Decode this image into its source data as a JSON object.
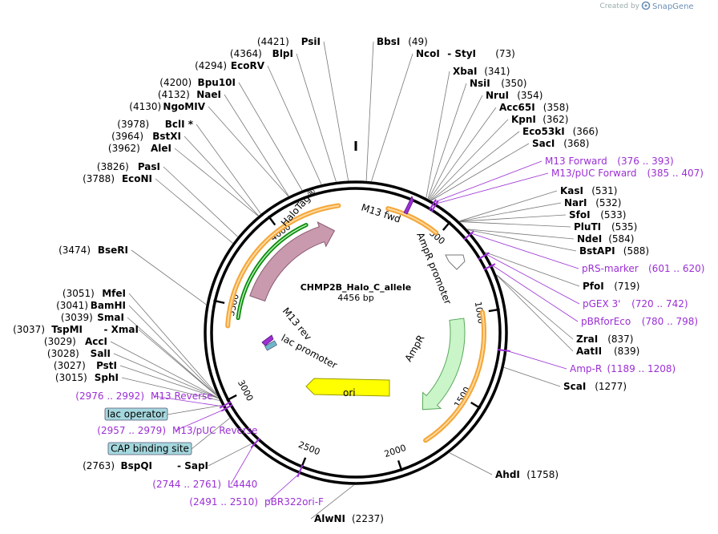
{
  "credit": {
    "created_by": "Created by",
    "brand": "SnapGene",
    "brand_icon": "snapgene-logo-icon"
  },
  "plasmid": {
    "name": "CHMP2B_Halo_C_allele",
    "size": "4456 bp",
    "length": 4456
  },
  "colors": {
    "backbone": "#000000",
    "primer": "#9b2fd4",
    "halotag": "#c99aae",
    "ampr": "#c9f5c9",
    "ori": "#ffff00",
    "orf": "#f4a637",
    "orf_inner": "#0a8a0a",
    "badge": "#a5d8de"
  },
  "ticks": [
    {
      "label": "500",
      "pos": 500
    },
    {
      "label": "1000",
      "pos": 1000
    },
    {
      "label": "1500",
      "pos": 1500
    },
    {
      "label": "2000",
      "pos": 2000
    },
    {
      "label": "2500",
      "pos": 2500
    },
    {
      "label": "3000",
      "pos": 3000
    },
    {
      "label": "3500",
      "pos": 3500
    },
    {
      "label": "4000",
      "pos": 4000
    }
  ],
  "features": [
    {
      "name": "HaloTag®",
      "label": "HaloTag®"
    },
    {
      "name": "AmpR",
      "label": "AmpR"
    },
    {
      "name": "AmpR promoter",
      "label": "AmpR promoter"
    },
    {
      "name": "ori",
      "label": "ori"
    },
    {
      "name": "lac promoter",
      "label": "lac promoter"
    },
    {
      "name": "M13 fwd",
      "label": "M13 fwd"
    },
    {
      "name": "M13 rev",
      "label": "M13 rev"
    }
  ],
  "sites": [
    {
      "name": "PsiI",
      "coord": "(4421)",
      "pos": 4421
    },
    {
      "name": "BlpI",
      "coord": "(4364)",
      "pos": 4364
    },
    {
      "name": "EcoRV",
      "coord": "(4294)",
      "pos": 4294
    },
    {
      "name": "Bpu10I",
      "coord": "(4200)",
      "pos": 4200
    },
    {
      "name": "NaeI",
      "coord": "(4132)",
      "pos": 4132
    },
    {
      "name": "NgoMIV",
      "coord": "(4130)",
      "pos": 4130
    },
    {
      "name": "BclI *",
      "coord": "(3978)",
      "pos": 3978
    },
    {
      "name": "BstXI",
      "coord": "(3964)",
      "pos": 3964
    },
    {
      "name": "AleI",
      "coord": "(3962)",
      "pos": 3962
    },
    {
      "name": "PasI",
      "coord": "(3826)",
      "pos": 3826
    },
    {
      "name": "EcoNI",
      "coord": "(3788)",
      "pos": 3788
    },
    {
      "name": "BseRI",
      "coord": "(3474)",
      "pos": 3474
    },
    {
      "name": "MfeI",
      "coord": "(3051)",
      "pos": 3051
    },
    {
      "name": "BamHI",
      "coord": "(3041)",
      "pos": 3041
    },
    {
      "name": "SmaI",
      "coord": "(3039)",
      "pos": 3039
    },
    {
      "name": "TspMI",
      "extra": "- XmaI",
      "coord": "(3037)",
      "pos": 3037
    },
    {
      "name": "AccI",
      "coord": "(3029)",
      "pos": 3029
    },
    {
      "name": "SalI",
      "coord": "(3028)",
      "pos": 3028
    },
    {
      "name": "PstI",
      "coord": "(3027)",
      "pos": 3027
    },
    {
      "name": "SphI",
      "coord": "(3015)",
      "pos": 3015
    },
    {
      "name": "BspQI",
      "extra": "- SapI",
      "coord": "(2763)",
      "pos": 2763
    },
    {
      "name": "AlwNI",
      "coord": "(2237)",
      "pos": 2237
    },
    {
      "name": "BbsI",
      "coord": "(49)",
      "pos": 49
    },
    {
      "name": "NcoI",
      "extra": "- StyI",
      "coord": "(73)",
      "pos": 73
    },
    {
      "name": "XbaI",
      "coord": "(341)",
      "pos": 341
    },
    {
      "name": "NsiI",
      "coord": "(350)",
      "pos": 350
    },
    {
      "name": "NruI",
      "coord": "(354)",
      "pos": 354
    },
    {
      "name": "Acc65I",
      "coord": "(358)",
      "pos": 358
    },
    {
      "name": "KpnI",
      "coord": "(362)",
      "pos": 362
    },
    {
      "name": "Eco53kI",
      "coord": "(366)",
      "pos": 366
    },
    {
      "name": "SacI",
      "coord": "(368)",
      "pos": 368
    },
    {
      "name": "KasI",
      "coord": "(531)",
      "pos": 531
    },
    {
      "name": "NarI",
      "coord": "(532)",
      "pos": 532
    },
    {
      "name": "SfoI",
      "coord": "(533)",
      "pos": 533
    },
    {
      "name": "PluTI",
      "coord": "(535)",
      "pos": 535
    },
    {
      "name": "NdeI",
      "coord": "(584)",
      "pos": 584
    },
    {
      "name": "BstAPI",
      "coord": "(588)",
      "pos": 588
    },
    {
      "name": "PfoI",
      "coord": "(719)",
      "pos": 719
    },
    {
      "name": "ZraI",
      "coord": "(837)",
      "pos": 837
    },
    {
      "name": "AatII",
      "coord": "(839)",
      "pos": 839
    },
    {
      "name": "ScaI",
      "coord": "(1277)",
      "pos": 1277
    },
    {
      "name": "AhdI",
      "coord": "(1758)",
      "pos": 1758
    }
  ],
  "primers": [
    {
      "name": "M13 Forward",
      "range": "(376 .. 393)",
      "pos": 384
    },
    {
      "name": "M13/pUC Forward",
      "range": "(385 .. 407)",
      "pos": 396
    },
    {
      "name": "pRS-marker",
      "range": "(601 .. 620)",
      "pos": 610
    },
    {
      "name": "pGEX 3'",
      "range": "(720 .. 742)",
      "pos": 731
    },
    {
      "name": "pBRforEco",
      "range": "(780 .. 798)",
      "pos": 789
    },
    {
      "name": "Amp-R",
      "range": "(1189 .. 1208)",
      "pos": 1198
    },
    {
      "name": "M13 Reverse",
      "range": "(2976 .. 2992)",
      "pos": 2984
    },
    {
      "name": "M13/pUC Reverse",
      "range": "(2957 .. 2979)",
      "pos": 2968
    },
    {
      "name": "L4440",
      "range": "(2744 .. 2761)",
      "pos": 2752
    },
    {
      "name": "pBR322ori-F",
      "range": "(2491 .. 2510)",
      "pos": 2500
    }
  ],
  "badges": [
    {
      "name": "lac operator",
      "pos": 2990
    },
    {
      "name": "CAP binding site",
      "pos": 2920
    }
  ]
}
